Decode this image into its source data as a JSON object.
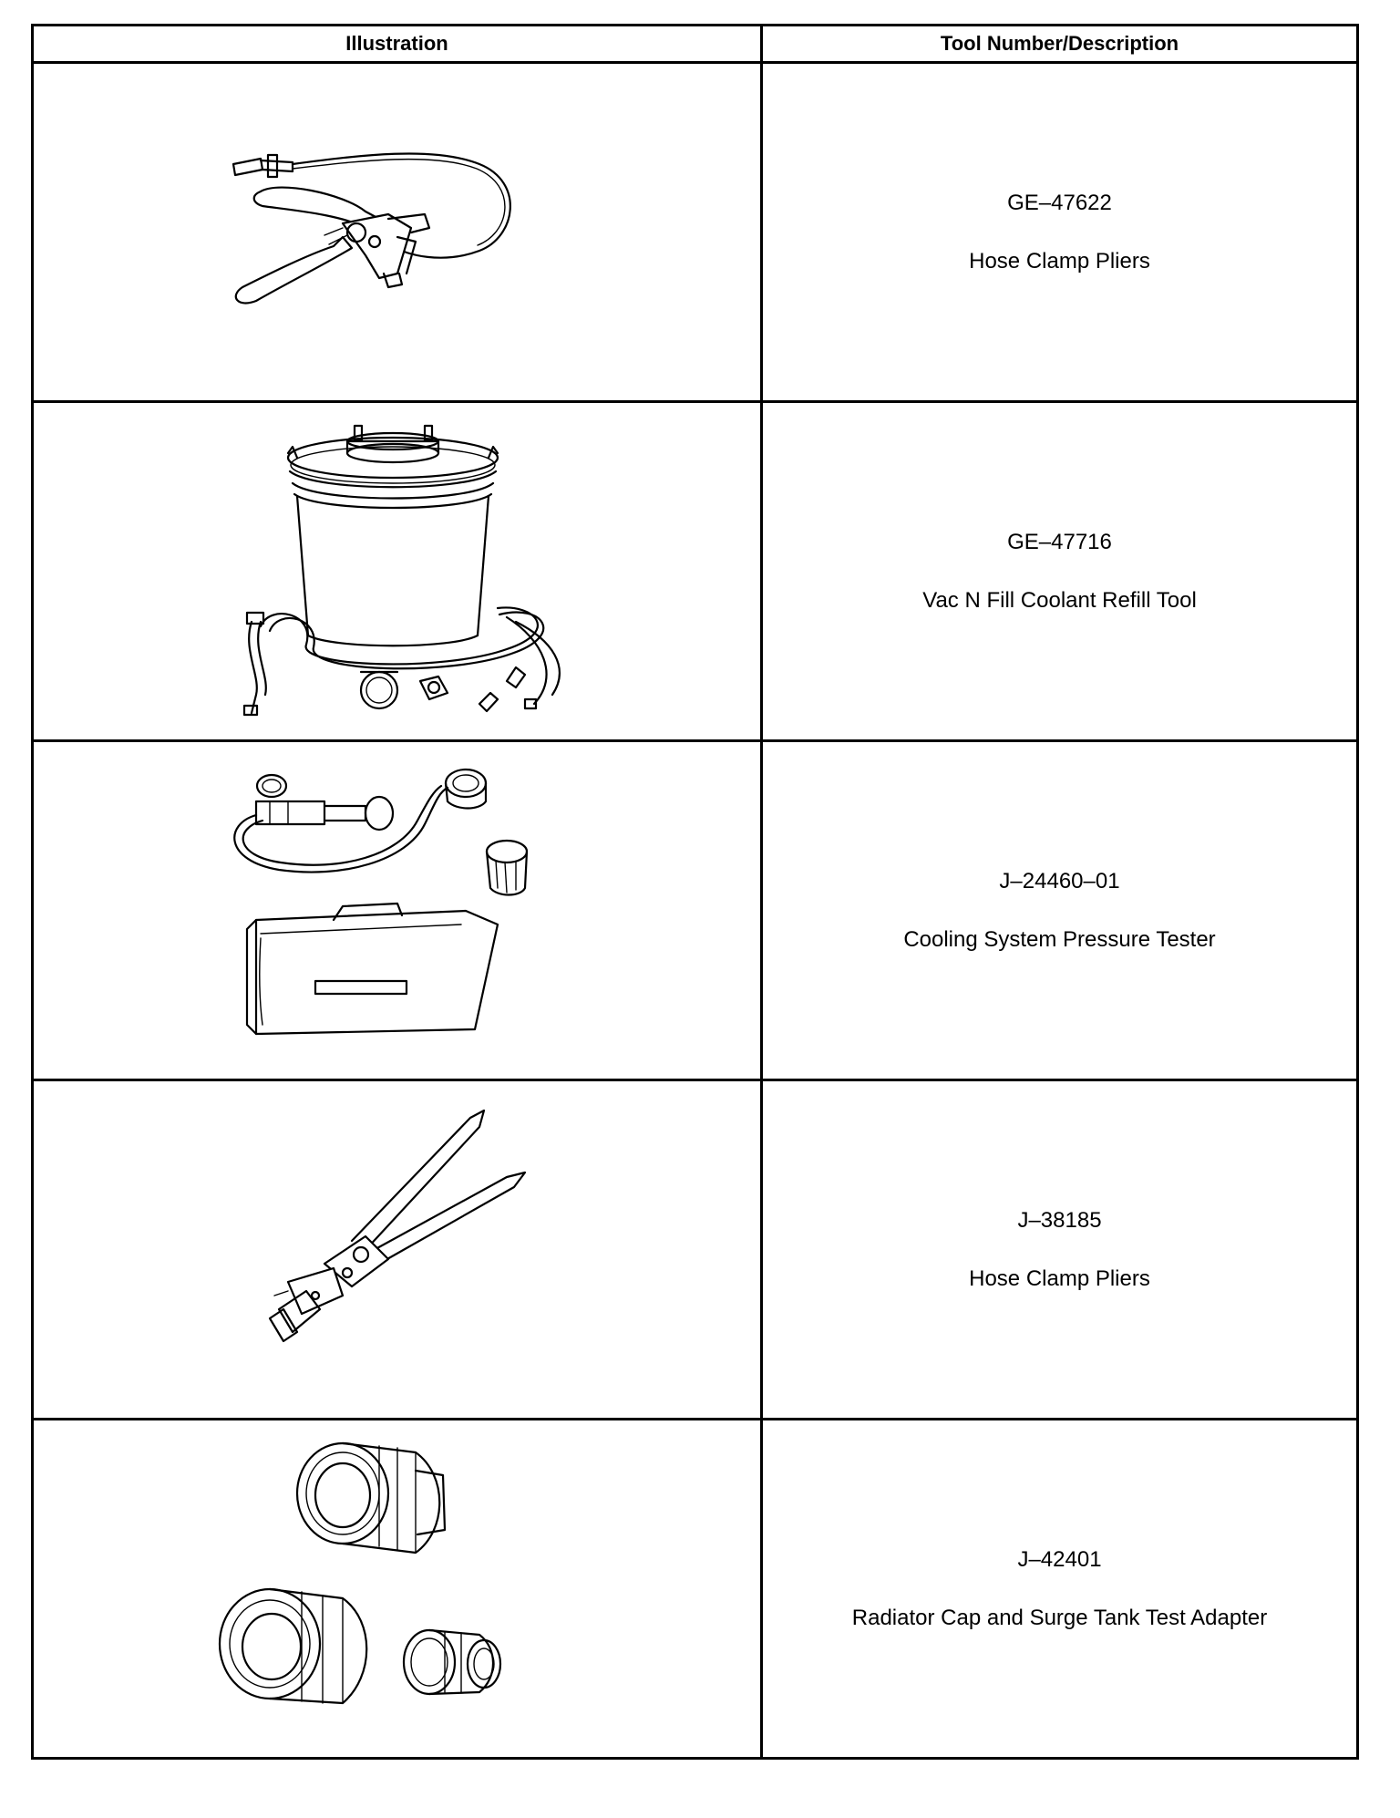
{
  "header": {
    "illustration": "Illustration",
    "tool_number_description": "Tool Number/Description"
  },
  "tools": [
    {
      "number": "GE–47622",
      "description": "Hose Clamp Pliers",
      "icon": "hose-clamp-pliers-cable"
    },
    {
      "number": "GE–47716",
      "description": "Vac N Fill Coolant Refill Tool",
      "icon": "vac-n-fill-bucket"
    },
    {
      "number": "J–24460–01",
      "description": "Cooling System Pressure Tester",
      "icon": "pressure-tester-kit"
    },
    {
      "number": "J–38185",
      "description": "Hose Clamp Pliers",
      "icon": "hose-clamp-pliers"
    },
    {
      "number": "J–42401",
      "description": "Radiator Cap and Surge Tank Test Adapter",
      "icon": "test-adapters"
    }
  ]
}
